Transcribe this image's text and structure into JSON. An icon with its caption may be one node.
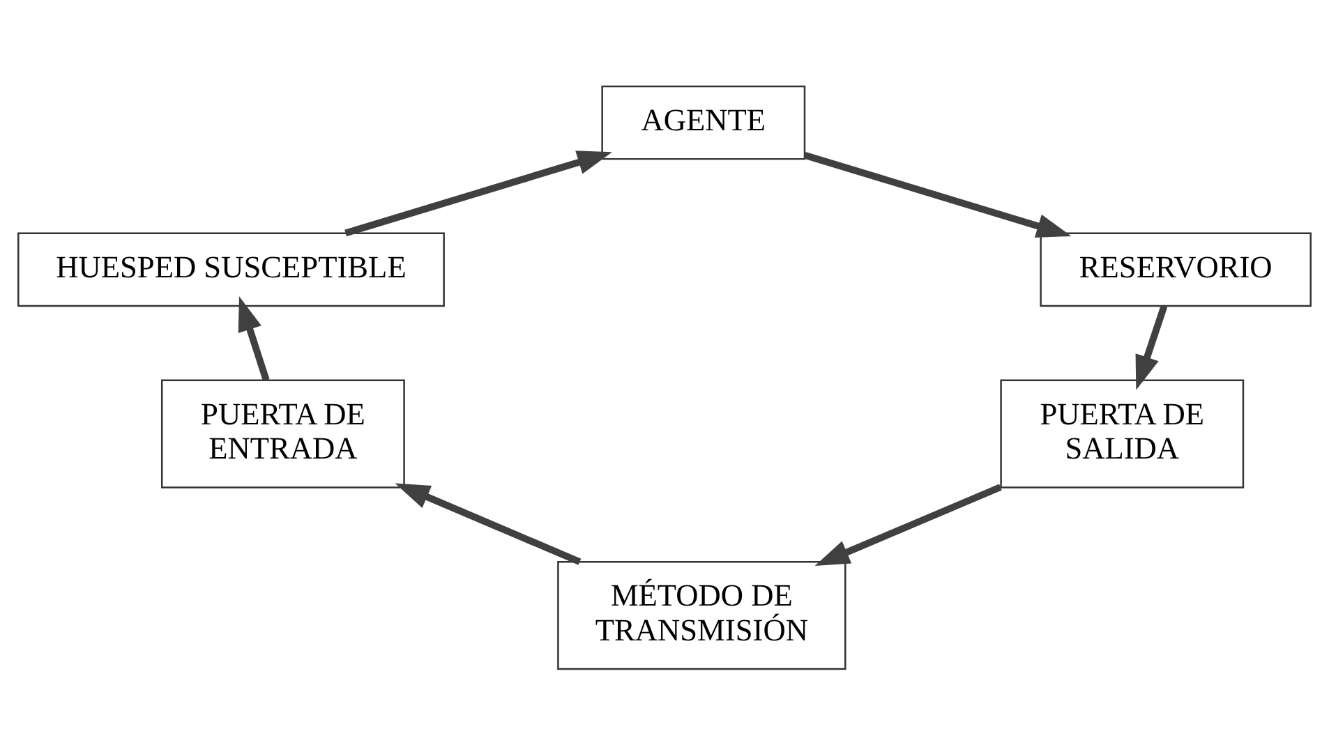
{
  "diagram": {
    "nodes": [
      {
        "text": [
          "AGENTE"
        ]
      },
      {
        "text": [
          "RESERVORIO"
        ]
      },
      {
        "text": [
          "PUERTA DE SALIDA"
        ]
      },
      {
        "text": [
          "MÉTODO DE TRANSMISIÓN"
        ]
      },
      {
        "text": [
          "PUERTA DE ENTRADA"
        ]
      },
      {
        "text": [
          "HUESPED SUSCEPTIBLE"
        ]
      }
    ],
    "edges": [
      {
        "from": 0,
        "to": 1,
        "arrow": "to"
      },
      {
        "from": 1,
        "to": 2,
        "arrow": "to"
      },
      {
        "from": 2,
        "to": 3,
        "arrow": "to"
      },
      {
        "from": 3,
        "to": 4,
        "arrow": "to"
      },
      {
        "from": 4,
        "to": 5,
        "arrow": "to"
      },
      {
        "from": 5,
        "to": 0,
        "arrow": "to"
      }
    ]
  }
}
